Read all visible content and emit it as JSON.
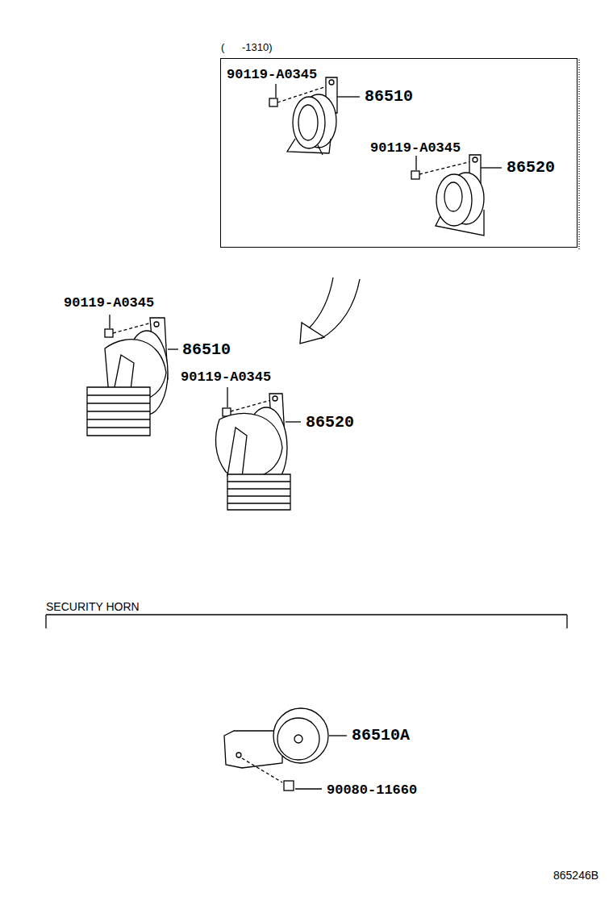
{
  "diagram": {
    "nodes": [
      {
        "text": [
          "(      -1310)"
        ]
      }
    ],
    "labels": [
      "90119-A0345",
      "86510",
      "90119-A0345",
      "86520",
      "90119-A0345",
      "86510",
      "90119-A0345",
      "86520",
      "SECURITY HORN",
      "86510A",
      "90080-11660",
      "865246B"
    ]
  }
}
